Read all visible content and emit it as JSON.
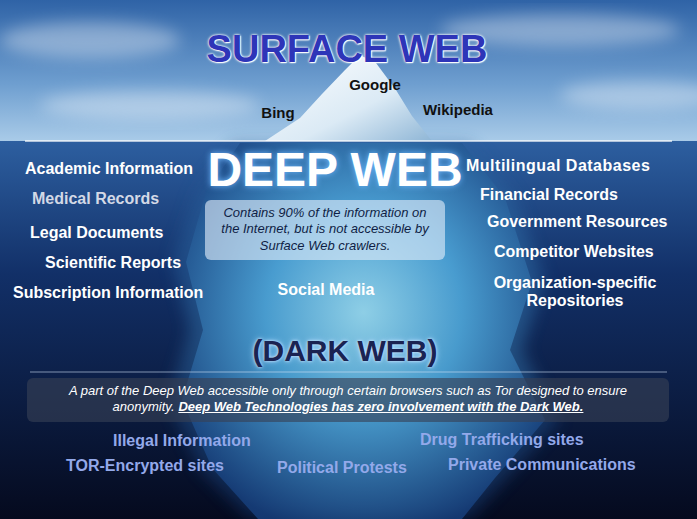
{
  "diagram": {
    "title": "SURFACE WEB",
    "nodes": [
      {
        "text": [
          "Contains 90% of the information on the Internet, but is not accessible by Surface Web crawlers."
        ]
      },
      {
        "text": [
          "A part of the Deep Web accessible only through certain browsers such as Tor designed to ensure anonymity.",
          "Deep Web Technologies has zero involvement with the Dark Web."
        ]
      }
    ],
    "labels": [
      "Google",
      "Bing",
      "Wikipedia",
      "DEEP WEB",
      "Academic Information",
      "Medical Records",
      "Legal Documents",
      "Scientific Reports",
      "Subscription Information",
      "Social Media",
      "Multilingual Databases",
      "Financial Records",
      "Government Resources",
      "Competitor Websites",
      "Organization-specific Repositories",
      "(DARK WEB)",
      "Illegal Information",
      "Drug Trafficking sites",
      "TOR-Encrypted sites",
      "Political Protests",
      "Private Communications"
    ]
  }
}
